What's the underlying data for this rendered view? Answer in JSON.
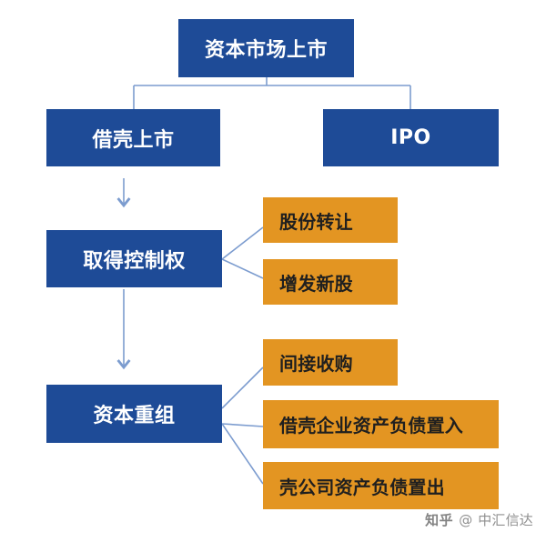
{
  "diagram": {
    "nodes": {
      "top": "资本市场上市",
      "backdoor": "借壳上市",
      "ipo": "IPO",
      "control": "取得控制权",
      "restructure": "资本重组"
    },
    "branches": {
      "control": [
        "股份转让",
        "增发新股"
      ],
      "restructure": [
        "间接收购",
        "借壳企业资产负债置入",
        "壳公司资产负债置出"
      ]
    }
  },
  "watermark": {
    "platform": "知乎",
    "author": "中汇信达"
  },
  "colors": {
    "blue_fill": "#1e4b97",
    "orange_fill": "#e39522",
    "connector": "#7c9ccf",
    "text_dark": "#1f1f1f",
    "text_light": "#ffffff"
  }
}
